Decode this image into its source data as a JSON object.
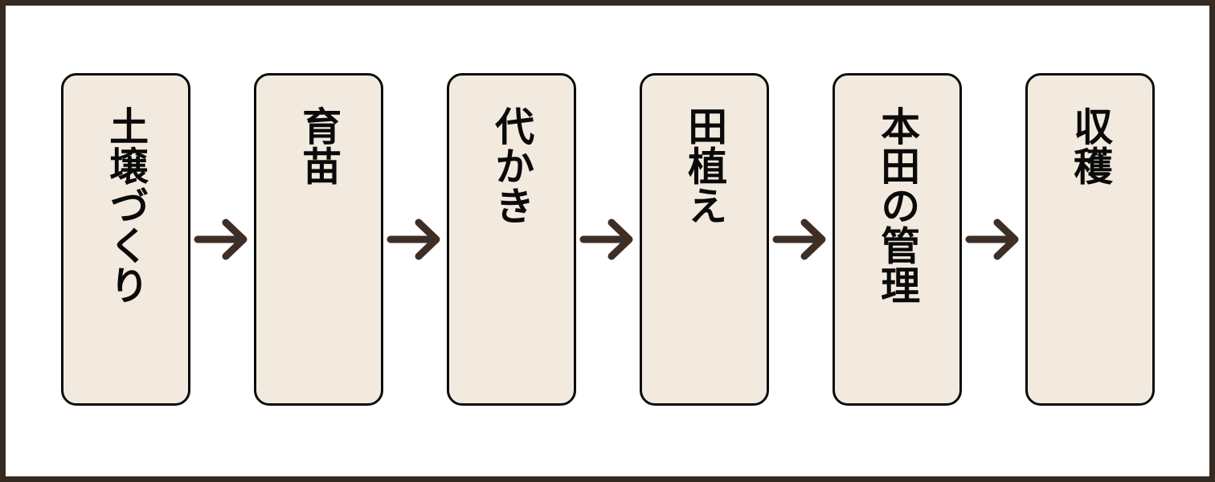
{
  "diagram": {
    "type": "process-flow",
    "orientation": "horizontal",
    "text_orientation": "vertical",
    "title": "",
    "frame_color": "#352a22",
    "page_background": "#ffffff",
    "box_fill": "#f2eade",
    "box_border_color": "#0b0b0b",
    "text_color": "#0a0a0a",
    "arrow_color": "#3d2f26",
    "steps": [
      {
        "index": 1,
        "label": "土壌づくり",
        "reading": "dojou zukuri"
      },
      {
        "index": 2,
        "label": "育苗",
        "reading": "ikubyou"
      },
      {
        "index": 3,
        "label": "代かき",
        "reading": "shirokaki"
      },
      {
        "index": 4,
        "label": "田植え",
        "reading": "taue"
      },
      {
        "index": 5,
        "label": "本田の管理",
        "reading": "honden no kanri"
      },
      {
        "index": 6,
        "label": "収穫",
        "reading": "shuukaku"
      }
    ],
    "connectors": [
      {
        "index": 1,
        "icon": "arrow-right-icon",
        "from": 1,
        "to": 2
      },
      {
        "index": 2,
        "icon": "arrow-right-icon",
        "from": 2,
        "to": 3
      },
      {
        "index": 3,
        "icon": "arrow-right-icon",
        "from": 3,
        "to": 4
      },
      {
        "index": 4,
        "icon": "arrow-right-icon",
        "from": 4,
        "to": 5
      },
      {
        "index": 5,
        "icon": "arrow-right-icon",
        "from": 5,
        "to": 6
      }
    ]
  }
}
